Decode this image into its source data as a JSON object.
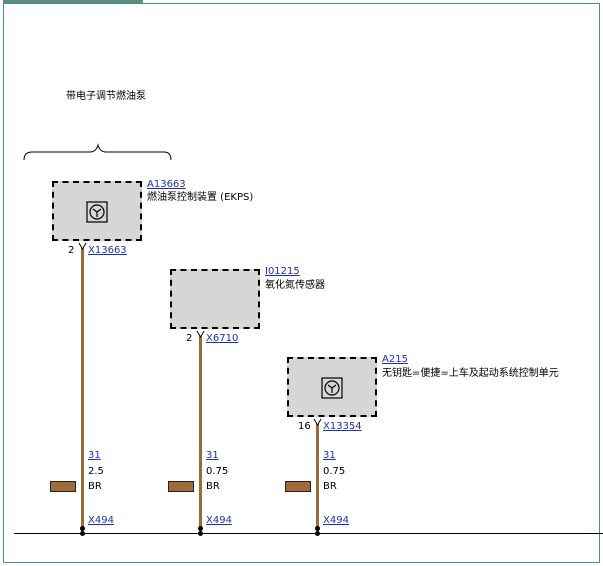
{
  "group": {
    "label": "带电子调节燃油泵"
  },
  "components": [
    {
      "id": "A13663",
      "name": "燃油泵控制装置 (EKPS)",
      "icon": "control-unit-icon",
      "pin": "2",
      "connector": "X13663",
      "wire": {
        "number": "31",
        "size": "2.5",
        "color": "BR"
      },
      "ground": "X494"
    },
    {
      "id": "I01215",
      "name": "氧化氮传感器",
      "icon": "",
      "pin": "2",
      "connector": "X6710",
      "wire": {
        "number": "31",
        "size": "0.75",
        "color": "BR"
      },
      "ground": "X494"
    },
    {
      "id": "A215",
      "name": "无钥匙=便捷=上车及起动系统控制单元",
      "icon": "control-unit-icon",
      "pin": "16",
      "connector": "X13354",
      "wire": {
        "number": "31",
        "size": "0.75",
        "color": "BR"
      },
      "ground": "X494"
    }
  ],
  "colors": {
    "wire": "#9a6b3a",
    "box_fill": "#d6d6d6",
    "link": "#1d2fb8",
    "frame": "#4f8f86"
  }
}
